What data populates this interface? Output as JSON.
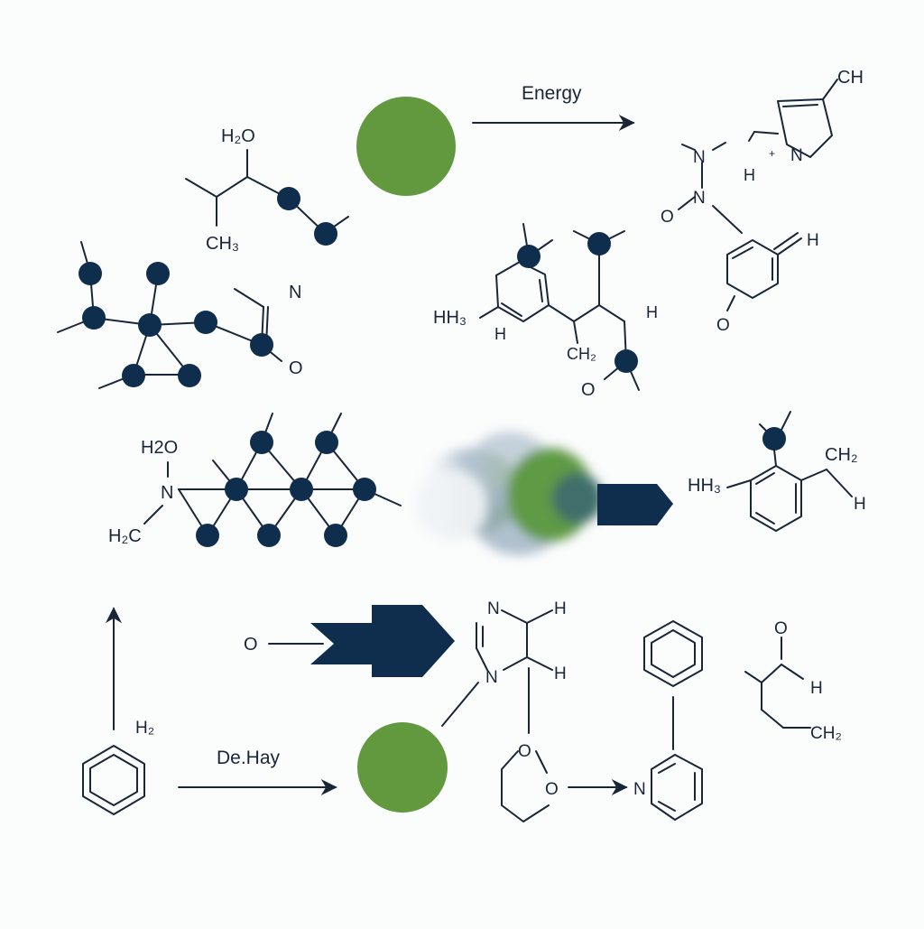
{
  "labels": {
    "energy": "Energy",
    "dehay": "De.Hay",
    "h2o_a": "H₂O",
    "ch3_a": "CH₃",
    "n_a": "N",
    "o_a": "O",
    "hh3_a": "HH₃",
    "h_a": "H",
    "ch2_a": "CH₂",
    "o_b": "O",
    "h_b": "H",
    "ch_top": "CH",
    "n_top": "N",
    "h_top": "H",
    "n_c": "N",
    "n_d": "N",
    "o_c": "O",
    "h_c": "H",
    "o_d": "O",
    "h2o_b": "H2O",
    "n_e": "N",
    "h2c": "H₂C",
    "ch2_b": "CH₂",
    "hh3_b": "HH₃",
    "h_d": "H",
    "o_e": "O",
    "n_f": "N",
    "h_e": "H",
    "n_g": "N",
    "h_f": "H",
    "h2": "H₂",
    "o_f": "O",
    "o_g": "O",
    "n_h": "N",
    "o_h": "O",
    "h_g": "H",
    "ch2_c": "CH₂"
  },
  "colors": {
    "navy": "#0f2d4d",
    "green": "#62993f",
    "line": "#1a2638"
  }
}
